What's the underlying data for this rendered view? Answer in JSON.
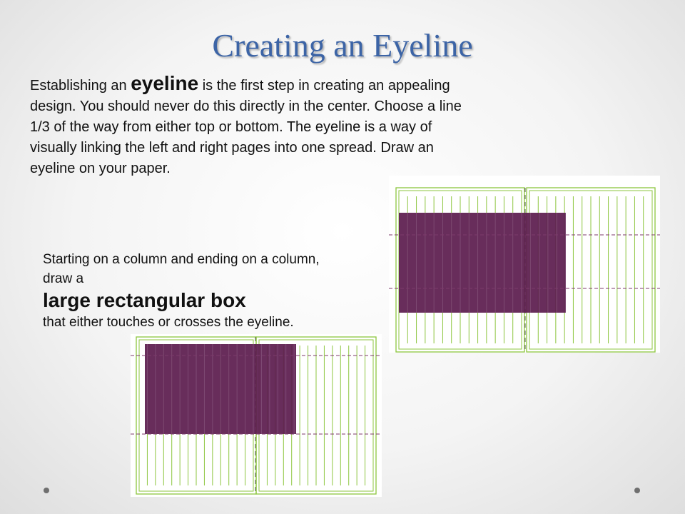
{
  "slide": {
    "title": "Creating an Eyeline",
    "paragraph1": {
      "before": "Establishing an ",
      "emphasis": "eyeline",
      "after": " is the first step in creating an appealing design. You should never do this directly in the center. Choose a line 1/3 of the way from either top or bottom. The eyeline is a way of visually linking the left and right pages into one spread. Draw an eyeline on your paper."
    },
    "paragraph2": {
      "before": "Starting on a column and ending on a column, draw a ",
      "emphasis": "large rectangular box",
      "after": " that either touches or crosses the eyeline."
    }
  },
  "colors": {
    "title": "#3c64a6",
    "column_lines": "#8dc63f",
    "box_fill": "#5c1d4f",
    "eyeline": "#7d3a6b",
    "bullet": "#6f6f6f"
  },
  "icons": [
    "bullet-dot-icon",
    "bullet-dot-icon"
  ]
}
